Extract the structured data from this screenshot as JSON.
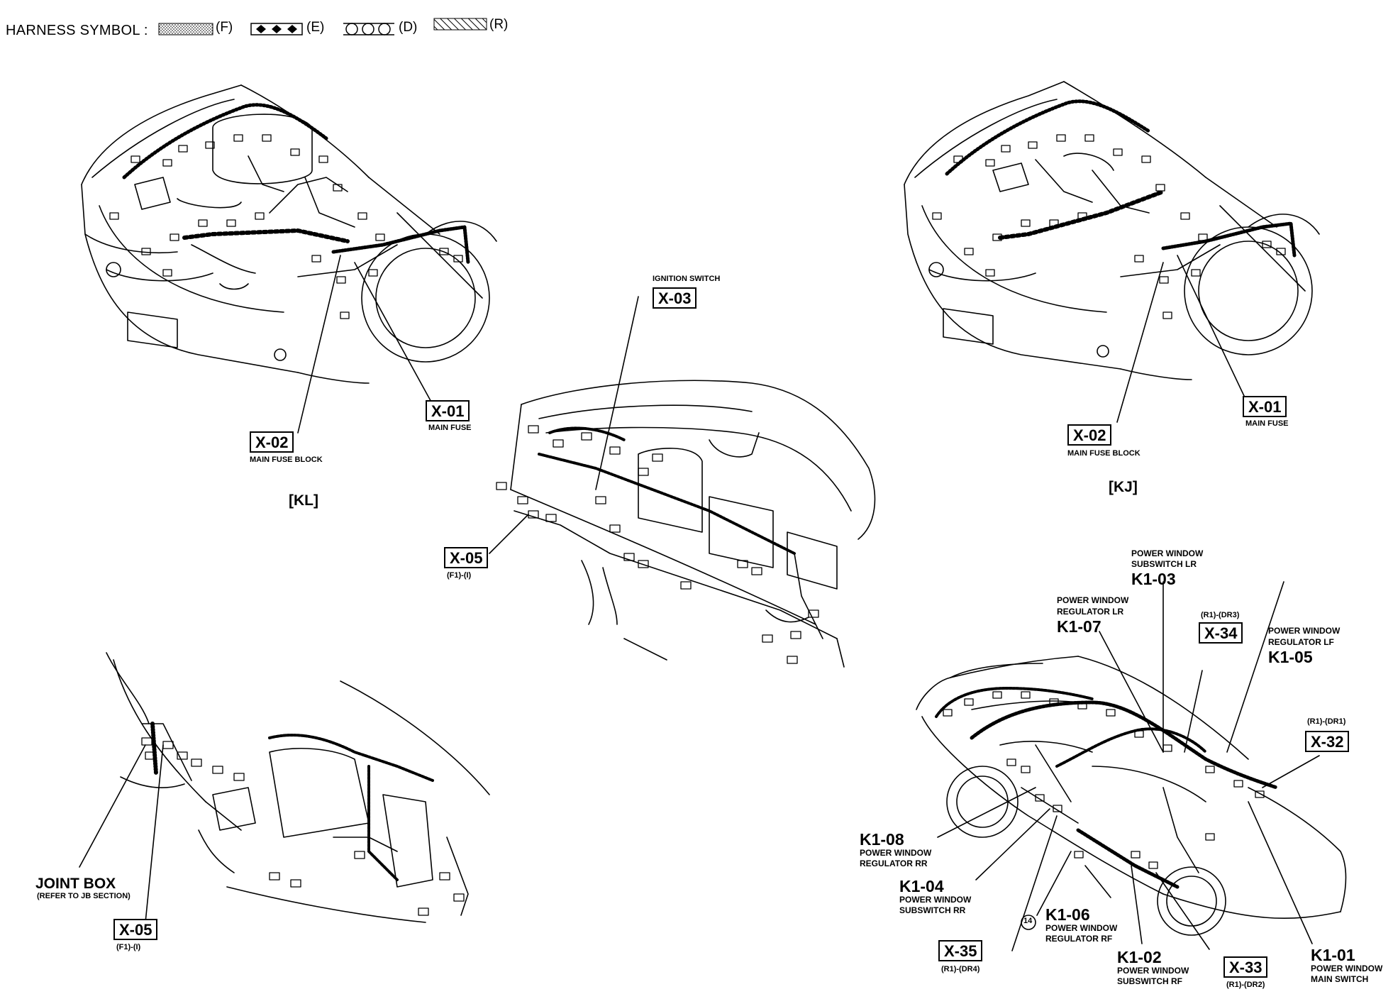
{
  "legend": {
    "title": "HARNESS SYMBOL :",
    "items": [
      {
        "code": "(F)",
        "style": "dotted"
      },
      {
        "code": "(E)",
        "style": "diamonds"
      },
      {
        "code": "(D)",
        "style": "circles"
      },
      {
        "code": "(R)",
        "style": "hatched"
      }
    ]
  },
  "views": {
    "kl": "[KL]",
    "kj": "[KJ]"
  },
  "callouts": {
    "kl_x01": {
      "code": "X-01",
      "desc": "MAIN FUSE"
    },
    "kl_x02": {
      "code": "X-02",
      "desc": "MAIN FUSE BLOCK"
    },
    "kj_x01": {
      "code": "X-01",
      "desc": "MAIN FUSE"
    },
    "kj_x02": {
      "code": "X-02",
      "desc": "MAIN FUSE BLOCK"
    },
    "x03": {
      "code": "X-03",
      "desc": "IGNITION SWITCH"
    },
    "x05_dash": {
      "code": "X-05",
      "sub": "(F1)-(I)"
    },
    "x05_jb": {
      "code": "X-05",
      "sub": "(F1)-(I)"
    },
    "joint_box": {
      "title": "JOINT BOX",
      "sub": "(REFER TO JB SECTION)"
    },
    "k1_03": {
      "code": "K1-03",
      "desc1": "POWER WINDOW",
      "desc2": "SUBSWITCH LR"
    },
    "k1_07": {
      "code": "K1-07",
      "desc1": "POWER WINDOW",
      "desc2": "REGULATOR LR"
    },
    "x34": {
      "code": "X-34",
      "sub": "(R1)-(DR3)"
    },
    "k1_05": {
      "code": "K1-05",
      "desc1": "POWER WINDOW",
      "desc2": "REGULATOR LF"
    },
    "x32": {
      "code": "X-32",
      "sub": "(R1)-(DR1)"
    },
    "k1_08": {
      "code": "K1-08",
      "desc1": "POWER WINDOW",
      "desc2": "REGULATOR RR"
    },
    "k1_04": {
      "code": "K1-04",
      "desc1": "POWER WINDOW",
      "desc2": "SUBSWITCH RR"
    },
    "k1_06": {
      "code": "K1-06",
      "desc1": "POWER WINDOW",
      "desc2": "REGULATOR RF"
    },
    "k1_02": {
      "code": "K1-02",
      "desc1": "POWER WINDOW",
      "desc2": "SUBSWITCH RF"
    },
    "k1_01": {
      "code": "K1-01",
      "desc1": "POWER WINDOW",
      "desc2": "MAIN SWITCH"
    },
    "x35": {
      "code": "X-35",
      "sub": "(R1)-(DR4)"
    },
    "x33": {
      "code": "X-33",
      "sub": "(R1)-(DR2)"
    },
    "circle14": "14"
  }
}
